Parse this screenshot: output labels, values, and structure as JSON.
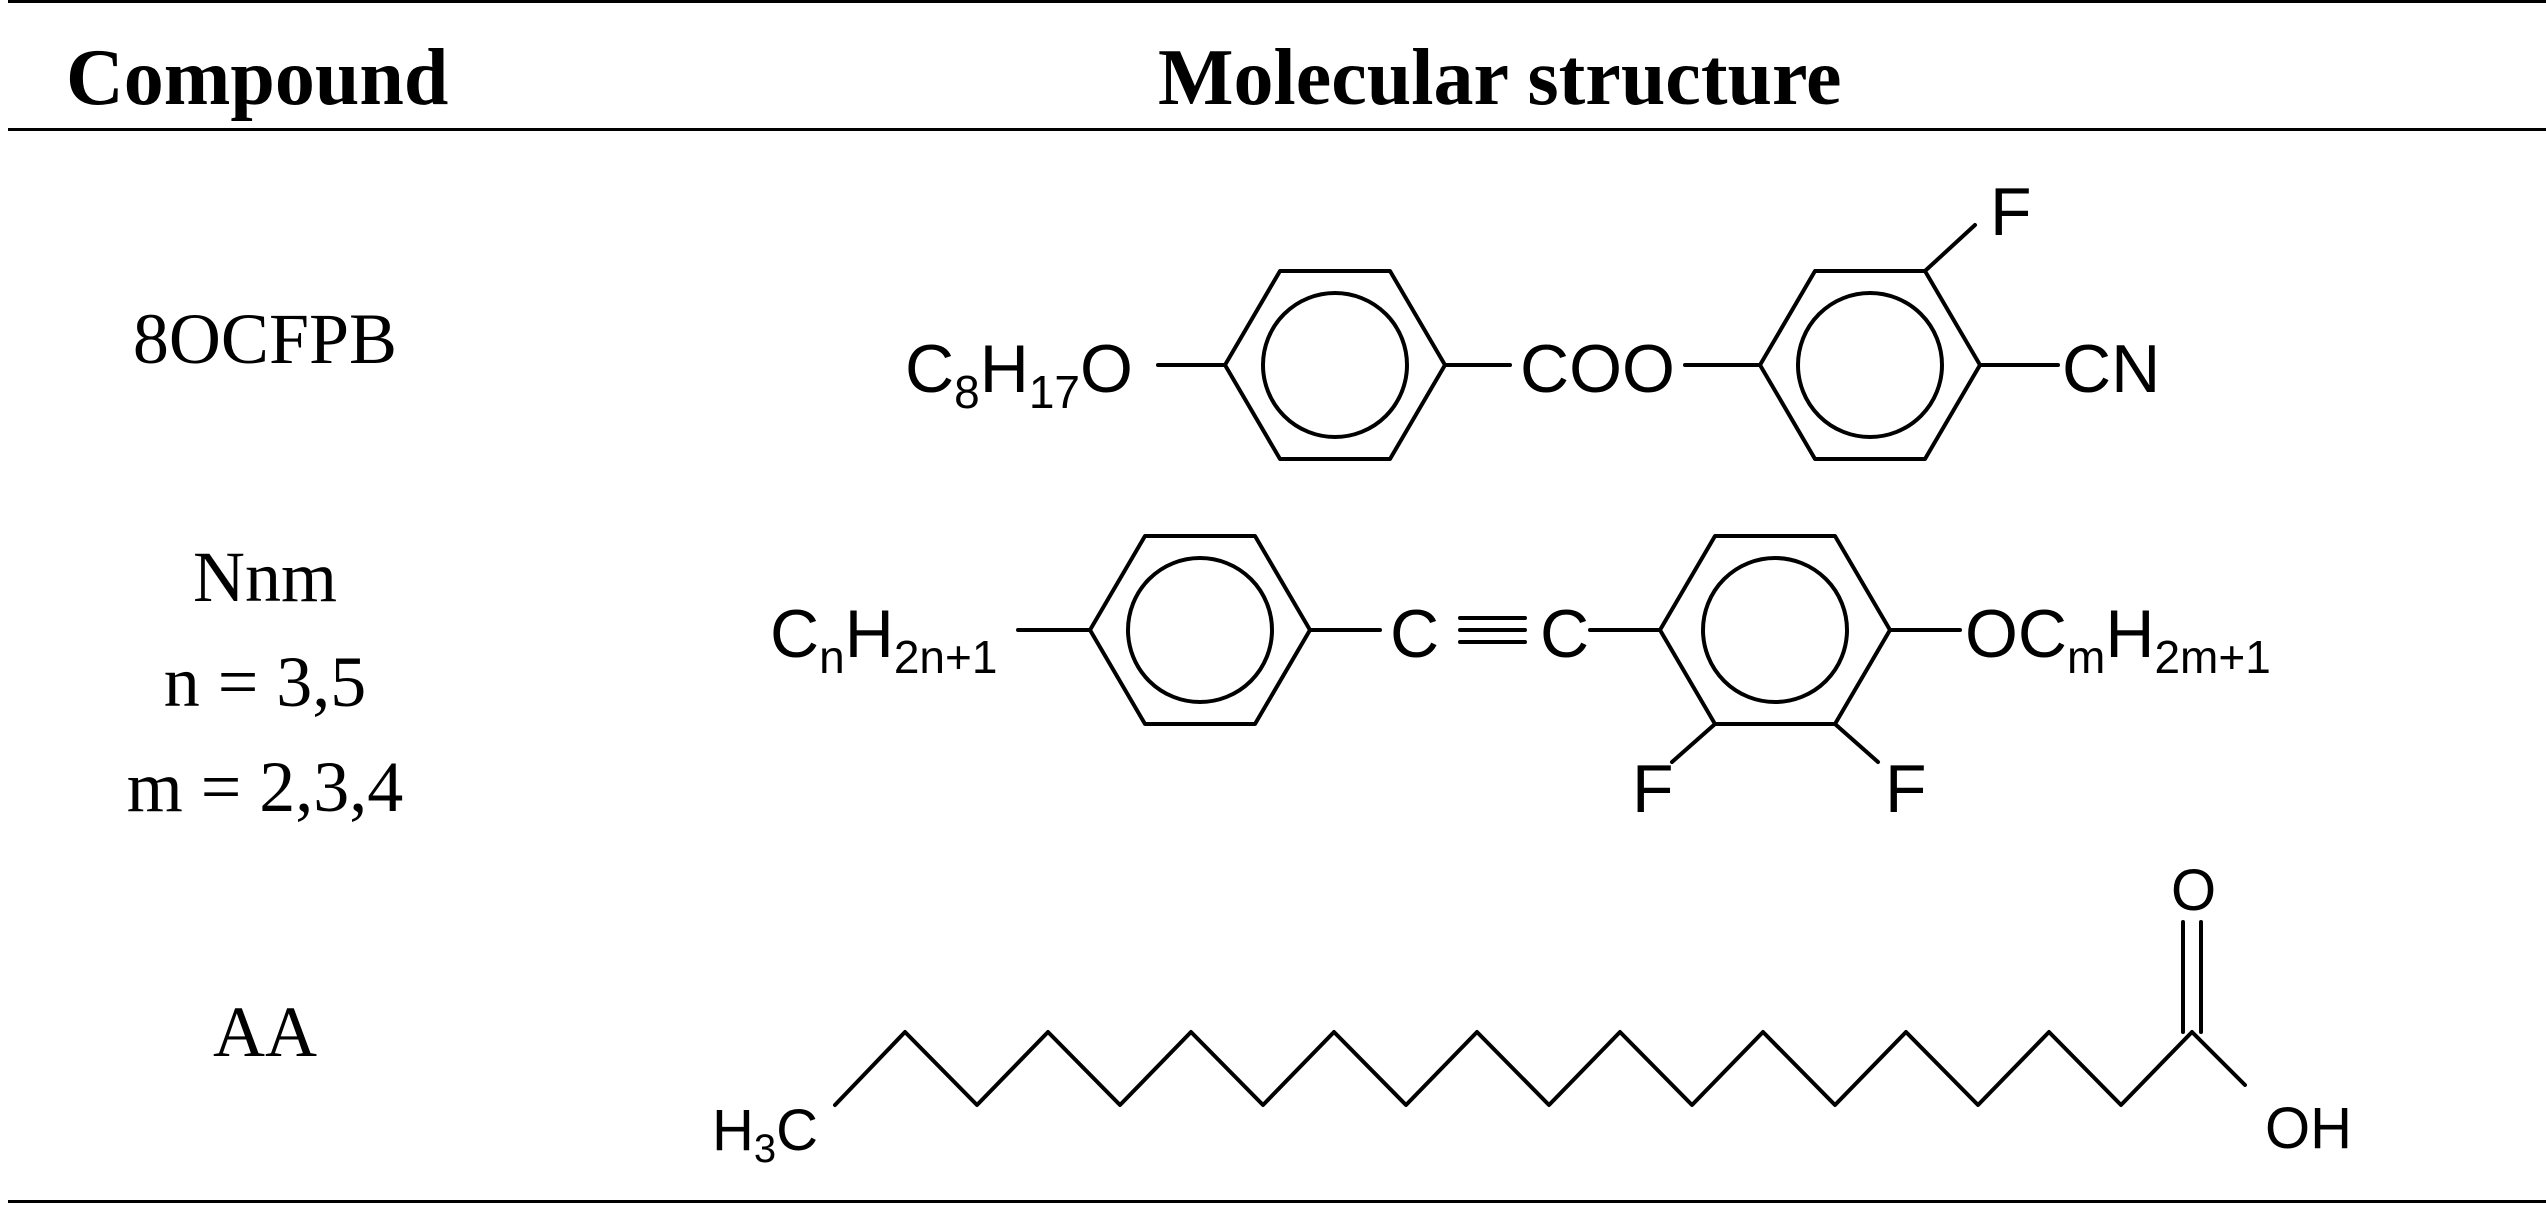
{
  "table": {
    "headers": {
      "compound": "Compound",
      "structure": "Molecular structure"
    },
    "rows": [
      {
        "compound_lines": [
          "8OCFPB"
        ],
        "structure_labels": {
          "left_group": [
            "C",
            "8",
            "H",
            "17",
            "O"
          ],
          "linker": "COO",
          "substituent_top": "F",
          "right_group": "CN"
        }
      },
      {
        "compound_lines": [
          "Nnm",
          "n = 3,5",
          "m = 2,3,4"
        ],
        "structure_labels": {
          "left_group": [
            "C",
            "n",
            "H",
            "2n+1"
          ],
          "linker_left": "C",
          "linker_right": "C",
          "right_group": [
            "OC",
            "m",
            "H",
            "2m+1"
          ],
          "substituent_left": "F",
          "substituent_right": "F"
        }
      },
      {
        "compound_lines": [
          "AA"
        ],
        "structure_labels": {
          "methyl": [
            "H",
            "3",
            "C"
          ],
          "carbonyl_oxygen": "O",
          "hydroxyl": "OH"
        }
      }
    ]
  }
}
